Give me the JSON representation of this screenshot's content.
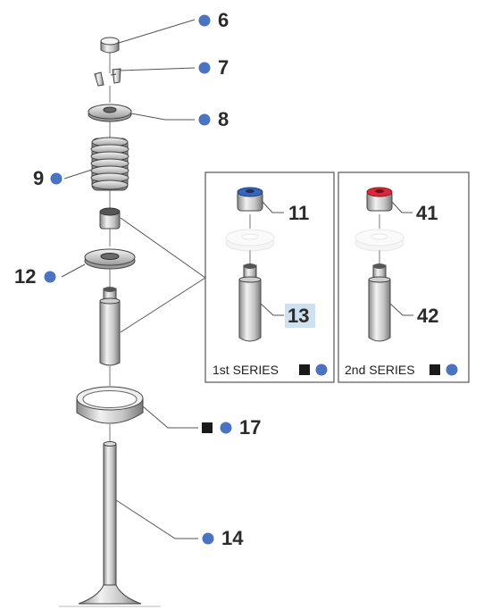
{
  "colors": {
    "dot_blue": "#4a74c0",
    "square_black": "#1a1a1a",
    "highlight": "#cfe0ee",
    "seal_blue": "#3a64b8",
    "seal_red": "#d8283a",
    "line": "#555555"
  },
  "callouts": [
    {
      "id": "6",
      "label": "6"
    },
    {
      "id": "7",
      "label": "7"
    },
    {
      "id": "8",
      "label": "8"
    },
    {
      "id": "9",
      "label": "9"
    },
    {
      "id": "11",
      "label": "11"
    },
    {
      "id": "12",
      "label": "12"
    },
    {
      "id": "13",
      "label": "13",
      "highlighted": true
    },
    {
      "id": "41",
      "label": "41"
    },
    {
      "id": "42",
      "label": "42"
    },
    {
      "id": "17",
      "label": "17"
    },
    {
      "id": "14",
      "label": "14"
    }
  ],
  "inset_panels": [
    {
      "id": "series1",
      "label": "1st SERIES"
    },
    {
      "id": "series2",
      "label": "2nd SERIES"
    }
  ]
}
